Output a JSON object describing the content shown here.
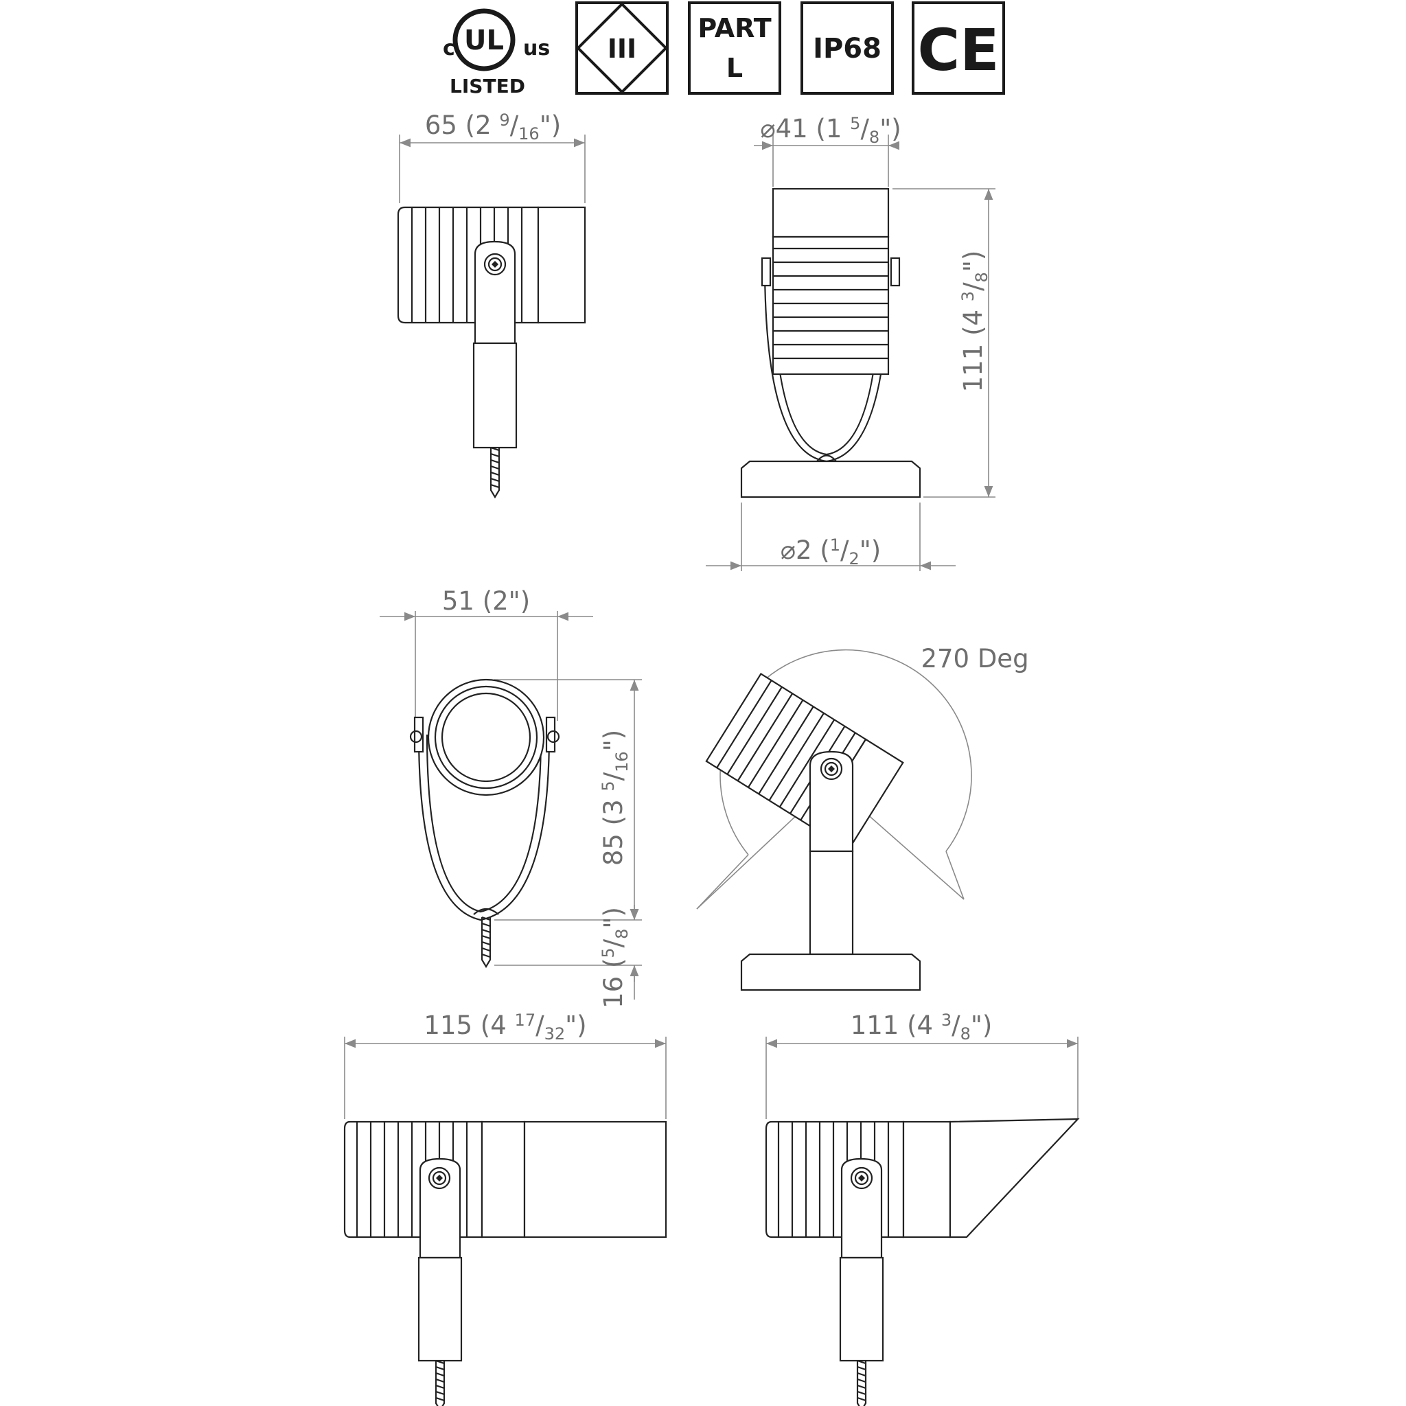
{
  "badges": {
    "ul": {
      "left": "c",
      "center": "UL",
      "right": "us",
      "bottom": "LISTED"
    },
    "class3": "III",
    "part_l": {
      "line1": "PART",
      "line2": "L"
    },
    "ip": "IP68",
    "ce": "CE"
  },
  "dimensions": {
    "side_length": {
      "main": "65 (2 ",
      "num": "9",
      "sep": "/",
      "den": "16",
      "end": "\")"
    },
    "front_diameter": {
      "main": "⌀41 (1 ",
      "num": "5",
      "sep": "/",
      "den": "8",
      "end": "\")"
    },
    "front_height": {
      "main": "111 (4 ",
      "num": "3",
      "sep": "/",
      "den": "8",
      "end": "\")"
    },
    "base_diameter": {
      "main": "⌀2 (",
      "num": "1",
      "sep": "/",
      "den": "2",
      "end": "\")"
    },
    "bracket_width": {
      "main": "51 (2\")"
    },
    "bracket_height": {
      "main": "85 (3 ",
      "num": "5",
      "sep": "/",
      "den": "16",
      "end": "\")"
    },
    "spike_length": {
      "main": "16 (",
      "num": "5",
      "sep": "/",
      "den": "8",
      "end": "\")"
    },
    "rotation": "270 Deg",
    "snoot_length": {
      "main": "115 (4 ",
      "num": "17",
      "sep": "/",
      "den": "32",
      "end": "\")"
    },
    "cowl_length": {
      "main": "111 (4 ",
      "num": "3",
      "sep": "/",
      "den": "8",
      "end": "\")"
    }
  },
  "icons": [
    "ul-listed-icon",
    "class-iii-icon",
    "part-l-icon",
    "ip68-icon",
    "ce-mark-icon",
    "hex-screw-icon",
    "ground-spike-icon"
  ]
}
